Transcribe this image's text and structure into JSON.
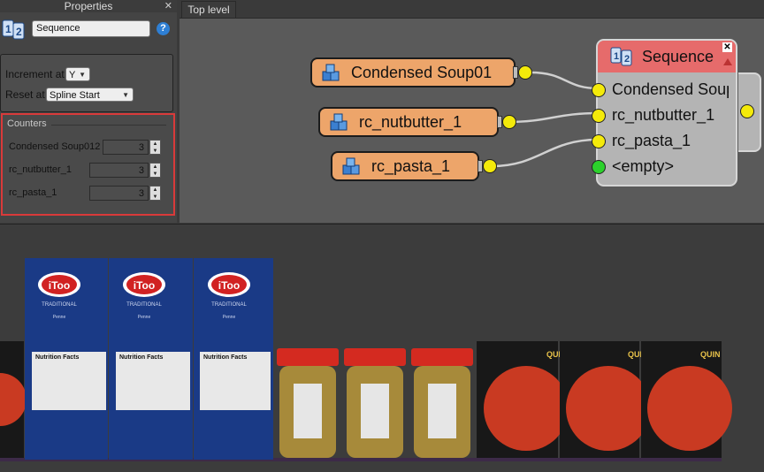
{
  "properties": {
    "title": "Properties",
    "name_value": "Sequence",
    "help_label": "?",
    "increment_label": "Increment at",
    "increment_value": "Y",
    "reset_label": "Reset at",
    "reset_value": "Spline Start",
    "counters_title": "Counters",
    "counters": [
      {
        "label": "Condensed Soup012",
        "value": "3"
      },
      {
        "label": "rc_nutbutter_1",
        "value": "3"
      },
      {
        "label": "rc_pasta_1",
        "value": "3"
      }
    ]
  },
  "graph": {
    "tab_label": "Top level",
    "source_nodes": [
      {
        "label": "Condensed Soup01"
      },
      {
        "label": "rc_nutbutter_1"
      },
      {
        "label": "rc_pasta_1"
      }
    ],
    "sequence_node": {
      "title": "Sequence",
      "inputs": [
        "Condensed Soup",
        "rc_nutbutter_1",
        "rc_pasta_1",
        "<empty>"
      ]
    }
  },
  "scene": {
    "box_brand": "iToo",
    "box_line": "TRADITIONAL",
    "box_small": "Penne",
    "box_panel": "Nutrition Facts",
    "can_brand": "QUIN"
  },
  "colors": {
    "node_orange": "#eda56a",
    "sequence_header": "#e66b6b",
    "port_yellow": "#f4ea0a",
    "port_green": "#2cd12c",
    "highlight_red": "#d93a3a",
    "box_blue": "#1a3a86",
    "jar_lid": "#d42a20"
  }
}
